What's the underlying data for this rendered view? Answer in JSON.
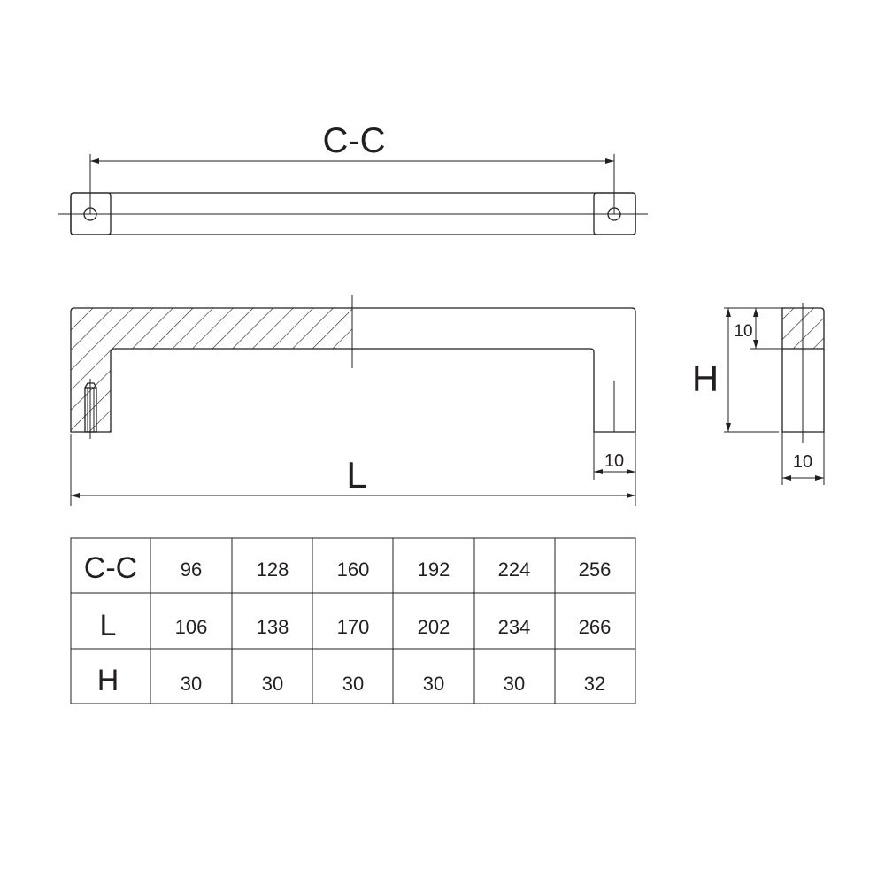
{
  "drawing": {
    "cc_label": "C-C",
    "l_label": "L",
    "h_label": "H",
    "leg_width": "10",
    "side_top": "10",
    "side_width": "10"
  },
  "table": {
    "rows": [
      {
        "header": "C-C",
        "values": [
          "96",
          "128",
          "160",
          "192",
          "224",
          "256"
        ]
      },
      {
        "header": "L",
        "values": [
          "106",
          "138",
          "170",
          "202",
          "234",
          "266"
        ]
      },
      {
        "header": "H",
        "values": [
          "30",
          "30",
          "30",
          "30",
          "30",
          "32"
        ]
      }
    ]
  },
  "colors": {
    "line": "#231f20",
    "background": "#ffffff"
  }
}
